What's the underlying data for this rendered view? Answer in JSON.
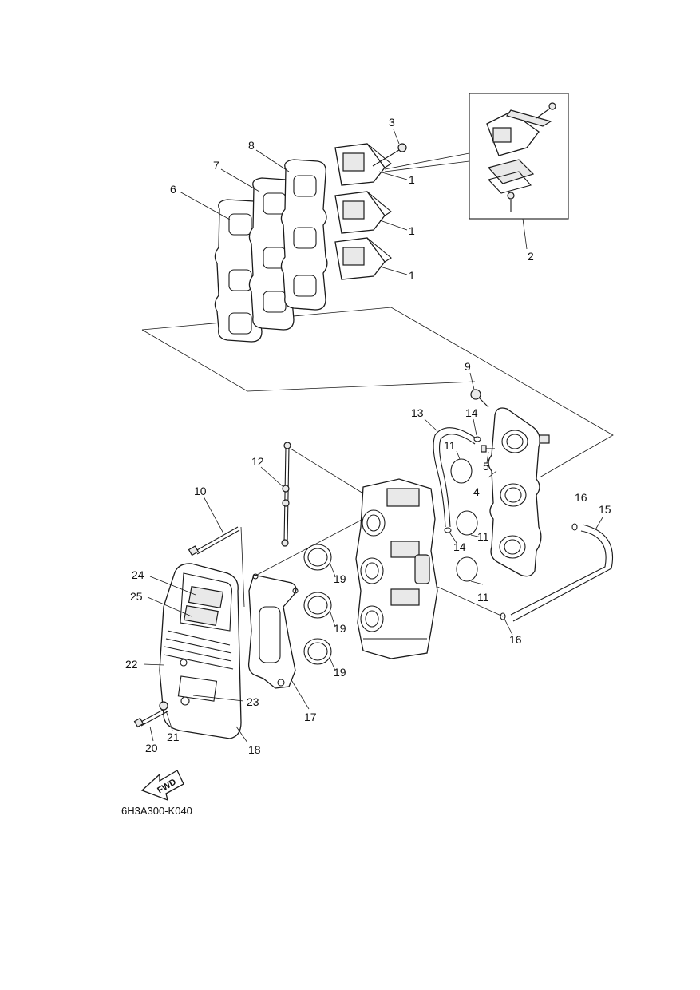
{
  "diagram": {
    "drawing_code": "6H3A300-K040",
    "fwd_label": "FWD",
    "callouts": [
      {
        "id": "c1a",
        "label": "1"
      },
      {
        "id": "c1b",
        "label": "1"
      },
      {
        "id": "c1c",
        "label": "1"
      },
      {
        "id": "c2",
        "label": "2"
      },
      {
        "id": "c3",
        "label": "3"
      },
      {
        "id": "c4",
        "label": "4"
      },
      {
        "id": "c5",
        "label": "5"
      },
      {
        "id": "c6",
        "label": "6"
      },
      {
        "id": "c7",
        "label": "7"
      },
      {
        "id": "c8",
        "label": "8"
      },
      {
        "id": "c9",
        "label": "9"
      },
      {
        "id": "c10",
        "label": "10"
      },
      {
        "id": "c11a",
        "label": "11"
      },
      {
        "id": "c11b",
        "label": "11"
      },
      {
        "id": "c11c",
        "label": "11"
      },
      {
        "id": "c12",
        "label": "12"
      },
      {
        "id": "c13",
        "label": "13"
      },
      {
        "id": "c14a",
        "label": "14"
      },
      {
        "id": "c14b",
        "label": "14"
      },
      {
        "id": "c15",
        "label": "15"
      },
      {
        "id": "c16a",
        "label": "16"
      },
      {
        "id": "c16b",
        "label": "16"
      },
      {
        "id": "c17",
        "label": "17"
      },
      {
        "id": "c18",
        "label": "18"
      },
      {
        "id": "c19a",
        "label": "19"
      },
      {
        "id": "c19b",
        "label": "19"
      },
      {
        "id": "c19c",
        "label": "19"
      },
      {
        "id": "c20",
        "label": "20"
      },
      {
        "id": "c21",
        "label": "21"
      },
      {
        "id": "c22",
        "label": "22"
      },
      {
        "id": "c23",
        "label": "23"
      },
      {
        "id": "c24",
        "label": "24"
      },
      {
        "id": "c25",
        "label": "25"
      }
    ]
  }
}
